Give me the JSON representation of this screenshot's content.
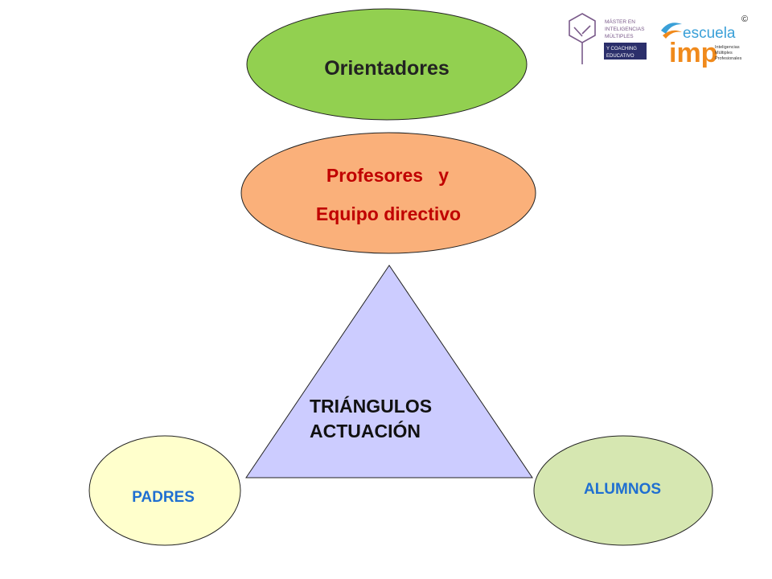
{
  "diagram": {
    "orientadores": {
      "label": "Orientadores",
      "fill": "#92d050"
    },
    "profesores": {
      "line1": "Profesores   y",
      "line2": "Equipo directivo",
      "fill": "#fab07a",
      "text_color": "#c00000"
    },
    "triangle": {
      "line1": "TRIÁNGULOS",
      "line2": "ACTUACIÓN",
      "fill": "#ccccff"
    },
    "padres": {
      "label": "PADRES",
      "fill": "#ffffcc",
      "text_color": "#1f6fd1"
    },
    "alumnos": {
      "label": "ALUMNOS",
      "fill": "#d6e7b1",
      "text_color": "#1f6fd1"
    }
  },
  "logos": {
    "master": {
      "line1": "MÁSTER EN",
      "line2": "INTELIGENCIAS",
      "line3": "MÚLTIPLES",
      "box_line1": "Y COACHING",
      "box_line2": "EDUCATIVO",
      "color": "#7a5a8a"
    },
    "escuela": {
      "word": "escuela",
      "imp": "imp",
      "sub1": "Inteligencias",
      "sub2": "Múltiples",
      "sub3": "Profesionales"
    },
    "copyright": "©"
  }
}
